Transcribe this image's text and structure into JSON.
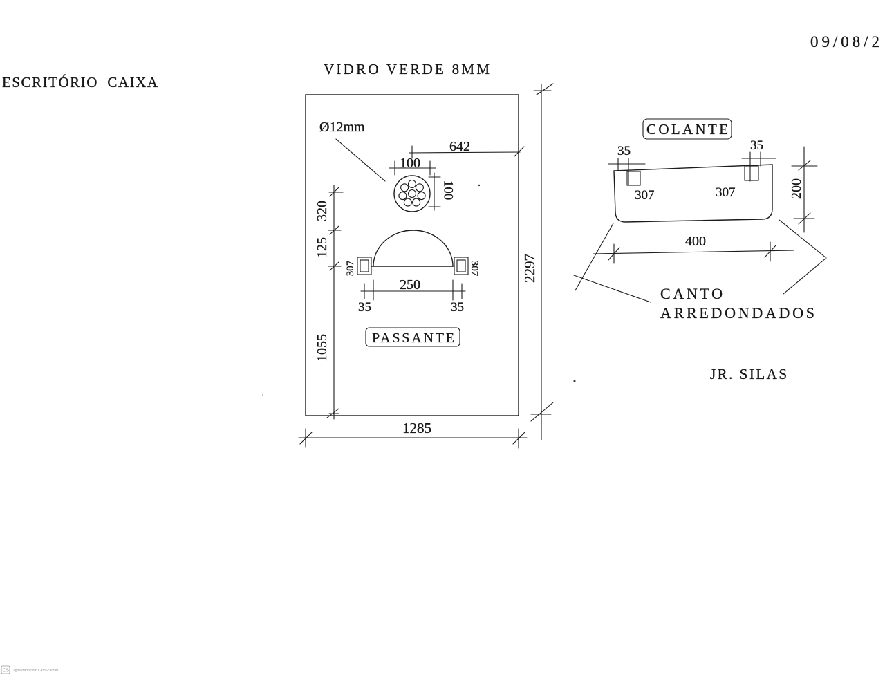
{
  "header": {
    "date": "09/08/2",
    "client": "ESCRITÓRIO  CAIXA",
    "title": "VIDRO VERDE 8MM"
  },
  "main_panel": {
    "hole_label": "Ø12mm",
    "dim_642": "642",
    "dim_hole_width": "100",
    "dim_hole_height": "100",
    "dim_320": "320",
    "dim_125": "125",
    "dim_1055": "1055",
    "dim_307_left": "307",
    "dim_307_right": "307",
    "dim_250": "250",
    "dim_35_left": "35",
    "dim_35_right": "35",
    "cutout_label": "PASSANTE",
    "height": "2297",
    "width": "1285"
  },
  "side_panel": {
    "label": "COLANTE",
    "dim_35_left": "35",
    "dim_35_right": "35",
    "dim_307_left": "307",
    "dim_307_right": "307",
    "height": "200",
    "width": "400",
    "note_line1": "CANTO",
    "note_line2": "ARREDONDADOS"
  },
  "signature": "JR. SILAS",
  "watermark": {
    "logo": "CS",
    "text": "Digitalizado com CamScanner"
  }
}
